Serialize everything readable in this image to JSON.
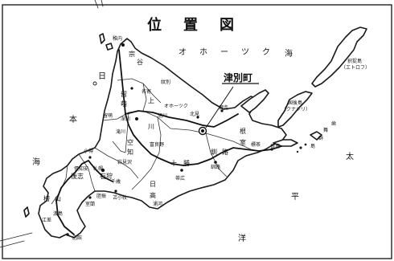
{
  "title": [
    "位",
    "置",
    "図"
  ],
  "highlight": "津別町",
  "seas": {
    "okhotsk": [
      "オ",
      "ホ",
      "ー",
      "ツ",
      "ク",
      "海"
    ],
    "japan": [
      "日",
      "本",
      "海"
    ],
    "pacific": [
      "太",
      "平",
      "洋"
    ]
  },
  "islands": {
    "etorofu": [
      "択捉島",
      "（エトロフ）"
    ],
    "kunashiri": [
      "国後島",
      "（クナシリ）"
    ],
    "habomai": [
      "歯",
      "舞",
      "群",
      "島"
    ]
  },
  "subprefectures": {
    "soya": [
      "宗",
      "谷"
    ],
    "rumoi": [
      "留",
      "萌"
    ],
    "kamikawa": [
      "上",
      "川"
    ],
    "sorachi": [
      "空",
      "知"
    ],
    "ishikari": "石狩",
    "shiribeshi": "後志",
    "iburi": "胆振",
    "hidaka": [
      "日",
      "高"
    ],
    "tokachi": [
      "十",
      "勝"
    ],
    "kushiro": [
      "釧",
      "路"
    ],
    "nemuro": [
      "根",
      "室"
    ],
    "okhotsk": "オホーツク",
    "oshima": "渡島",
    "hiyama": [
      "檜",
      "山"
    ]
  },
  "cities": {
    "wakkanai": "稚内",
    "nayoro": "名寄",
    "asahikawa": "旭川",
    "abashiri": "網走",
    "kitami": "北見",
    "obihiro": "帯広",
    "kushiro": "釧路",
    "nemuro": "根室",
    "sapporo": "札幌",
    "otaru": "小樽",
    "tomakomai": "苫小牧",
    "muroran": "室蘭",
    "hakodate": "函館",
    "iwamizawa": "岩見沢",
    "furano": "富良野",
    "fukagawa": "深川",
    "takikawa": "滝川",
    "rumoi": "留萌",
    "esashi": "江差",
    "urakawa": "浦河",
    "chitose": "千歳",
    "kutchan": "倶知安",
    "monbetsu": "紋別",
    "shibetsu": "標茶"
  }
}
